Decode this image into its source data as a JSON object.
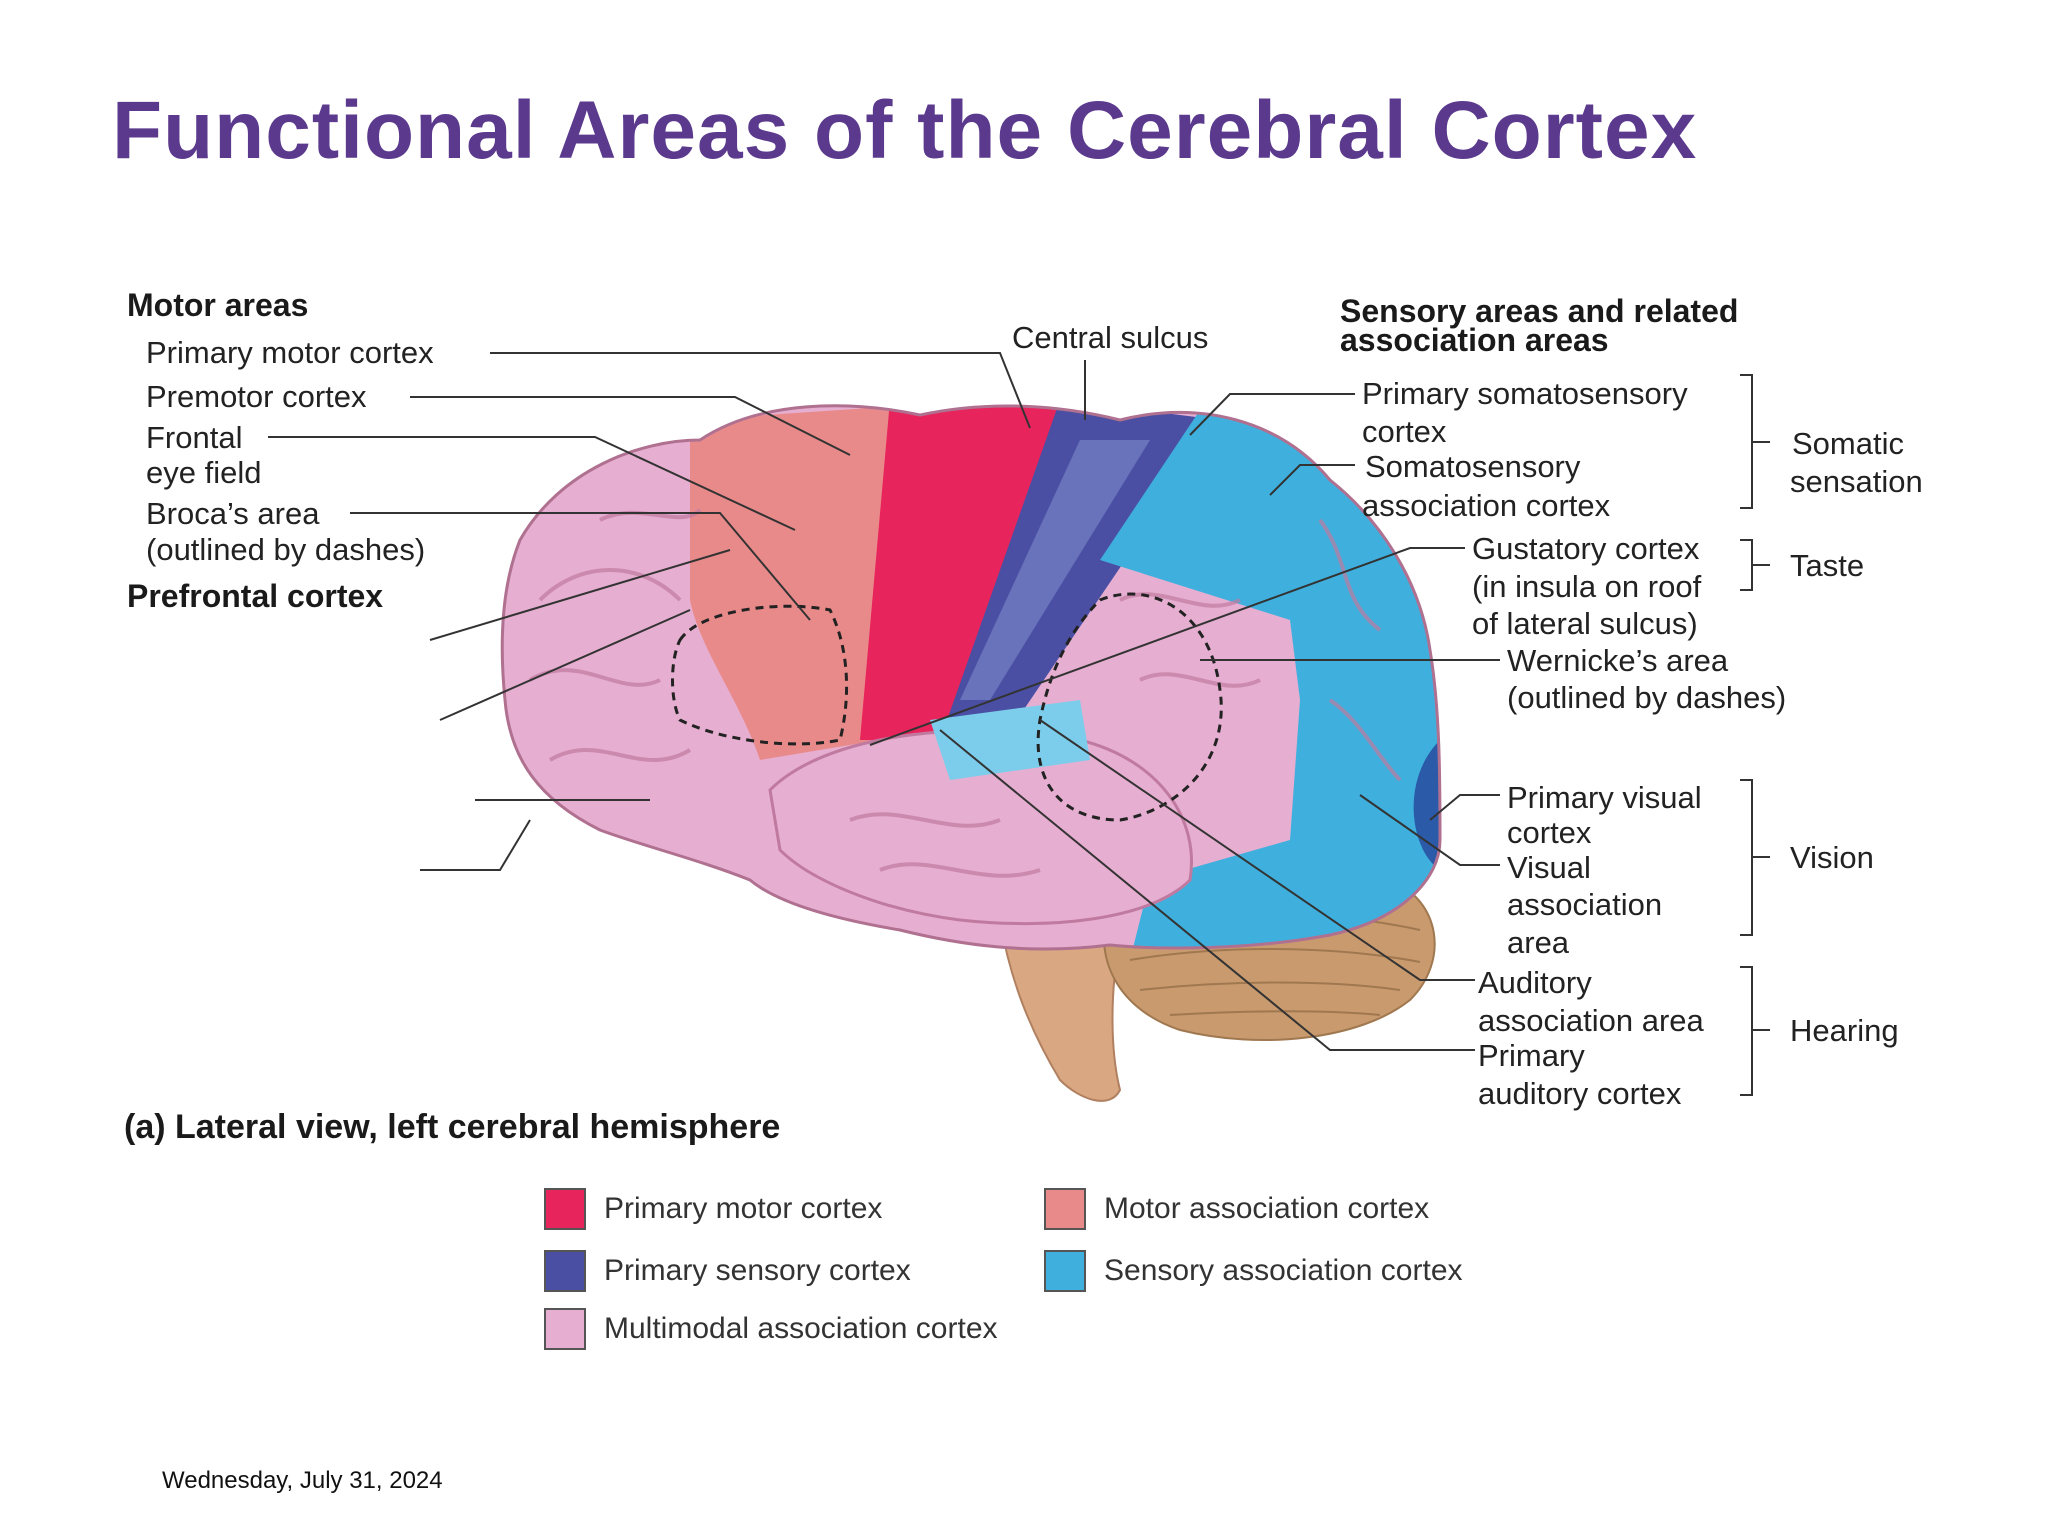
{
  "title": "Functional Areas of the Cerebral Cortex",
  "left_labels": {
    "motor_areas_header": "Motor areas",
    "primary_motor": "Primary motor cortex",
    "premotor": "Premotor cortex",
    "frontal_eye_1": "Frontal",
    "frontal_eye_2": "eye field",
    "broca_1": "Broca’s area",
    "broca_2": "(outlined by dashes)",
    "prefrontal_header": "Prefrontal cortex"
  },
  "central_sulcus": "Central sulcus",
  "right_labels": {
    "sensory_header_1": "Sensory areas and related",
    "sensory_header_2": "association areas",
    "prim_somato_1": "Primary somatosensory",
    "prim_somato_2": "cortex",
    "somato_assoc_1": "Somatosensory",
    "somato_assoc_2": "association cortex",
    "gustatory_1": "Gustatory cortex",
    "gustatory_2": "(in insula on roof",
    "gustatory_3": "of lateral sulcus)",
    "wernicke_1": "Wernicke’s area",
    "wernicke_2": "(outlined by dashes)",
    "prim_visual_1": "Primary visual",
    "prim_visual_2": "cortex",
    "visual_assoc_1": "Visual",
    "visual_assoc_2": "association",
    "visual_assoc_3": "area",
    "aud_assoc_1": "Auditory",
    "aud_assoc_2": "association area",
    "prim_aud_1": "Primary",
    "prim_aud_2": "auditory cortex"
  },
  "groups": {
    "somatic_1": "Somatic",
    "somatic_2": "sensation",
    "taste": "Taste",
    "vision": "Vision",
    "hearing": "Hearing"
  },
  "caption": "(a) Lateral view, left cerebral hemisphere",
  "legend": [
    {
      "label": "Primary motor cortex",
      "color": "#e8245c"
    },
    {
      "label": "Motor association cortex",
      "color": "#e98a8a"
    },
    {
      "label": "Primary sensory cortex",
      "color": "#4a4fa3"
    },
    {
      "label": "Sensory association cortex",
      "color": "#3fb0de"
    },
    {
      "label": "Multimodal association cortex",
      "color": "#e6aed0"
    }
  ],
  "date": "Wednesday, July 31, 2024"
}
